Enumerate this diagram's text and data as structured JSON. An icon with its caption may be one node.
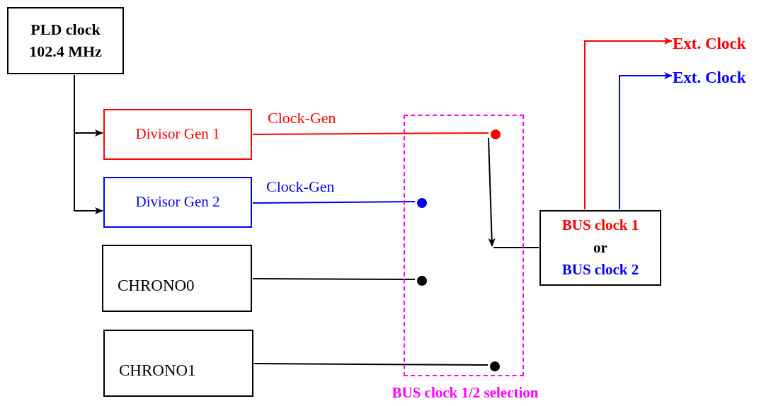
{
  "diagram": {
    "nodes": [
      {
        "text": [
          "PLD clock 102.4 MHz"
        ]
      },
      {
        "text": [
          "Divisor Gen 1"
        ]
      },
      {
        "text": [
          "Divisor Gen 2"
        ]
      },
      {
        "text": [
          "CHRONO0"
        ]
      },
      {
        "text": [
          "CHRONO1"
        ]
      },
      {
        "text": [
          "BUS clock 1/2 selection"
        ]
      },
      {
        "text": [],
        "shape": "circle",
        "in": 5
      },
      {
        "text": [],
        "shape": "circle",
        "in": 5
      },
      {
        "text": [],
        "shape": "circle",
        "in": 5
      },
      {
        "text": [],
        "shape": "circle",
        "in": 5
      },
      {
        "text": [
          "BUS clock 1",
          "or",
          "BUS clock 2"
        ]
      },
      {
        "text": [
          "Ext. Clock"
        ]
      },
      {
        "text": [
          "Ext. Clock"
        ]
      }
    ],
    "edges": [
      {
        "from": 0,
        "to": 1,
        "arrow": "to"
      },
      {
        "from": 0,
        "to": 2,
        "arrow": "to"
      },
      {
        "from": 1,
        "to": 6,
        "arrow": "none",
        "label": "Clock-Gen",
        "color": "#ff0000"
      },
      {
        "from": 2,
        "to": 7,
        "arrow": "none",
        "label": "Clock-Gen",
        "color": "#0000ff"
      },
      {
        "from": 3,
        "to": 8,
        "arrow": "none"
      },
      {
        "from": 4,
        "to": 9,
        "arrow": "none"
      },
      {
        "from": 6,
        "to": null,
        "arrow": "to"
      },
      {
        "from": null,
        "to": 10,
        "arrow": "none"
      },
      {
        "from": 10,
        "to": 11,
        "arrow": "to",
        "color": "#ff0000"
      },
      {
        "from": 10,
        "to": 12,
        "arrow": "to",
        "color": "#0000ff"
      }
    ]
  }
}
